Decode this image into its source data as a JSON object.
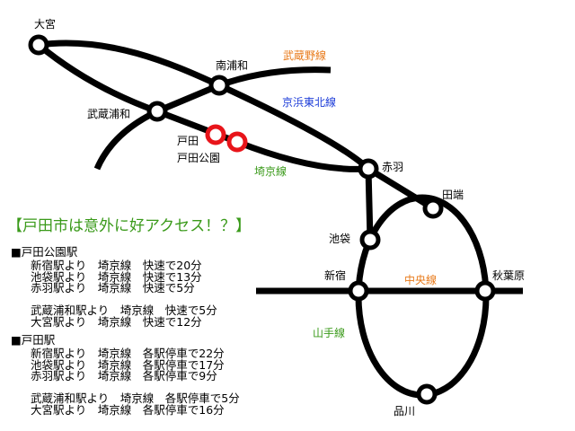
{
  "stations": {
    "omiya": "大宮",
    "minami_urawa": "南浦和",
    "musashi_urawa": "武蔵浦和",
    "toda": "戸田",
    "toda_koen": "戸田公園",
    "akabane": "赤羽",
    "tabata": "田端",
    "ikebukuro": "池袋",
    "shinjuku": "新宿",
    "akihabara": "秋葉原",
    "shinagawa": "品川"
  },
  "lines": {
    "musashino": {
      "name": "武蔵野線",
      "color": "#e87a1a"
    },
    "keihin_tohoku": {
      "name": "京浜東北線",
      "color": "#1a3ad8"
    },
    "saikyo": {
      "name": "埼京線",
      "color": "#3a9a1a"
    },
    "chuo": {
      "name": "中央線",
      "color": "#e87a1a"
    },
    "yamanote": {
      "name": "山手線",
      "color": "#3a9a1a"
    }
  },
  "highlight_color": "#e8141a",
  "heading": "【戸田市は意外に好アクセス！？】",
  "sections": [
    {
      "title": "■戸田公園駅",
      "groups": [
        [
          "新宿駅より　埼京線　快速で20分",
          "池袋駅より　埼京線　快速で13分",
          "赤羽駅より　埼京線　快速で5分"
        ],
        [
          "武蔵浦和駅より　埼京線　快速で5分",
          "大宮駅より　埼京線　快速で12分"
        ]
      ]
    },
    {
      "title": "■戸田駅",
      "groups": [
        [
          "新宿駅より　埼京線　各駅停車で22分",
          "池袋駅より　埼京線　各駅停車で17分",
          "赤羽駅より　埼京線　各駅停車で9分"
        ],
        [
          "武蔵浦和駅より　埼京線　各駅停車で5分",
          "大宮駅より　埼京線　各駅停車で16分"
        ]
      ]
    }
  ]
}
